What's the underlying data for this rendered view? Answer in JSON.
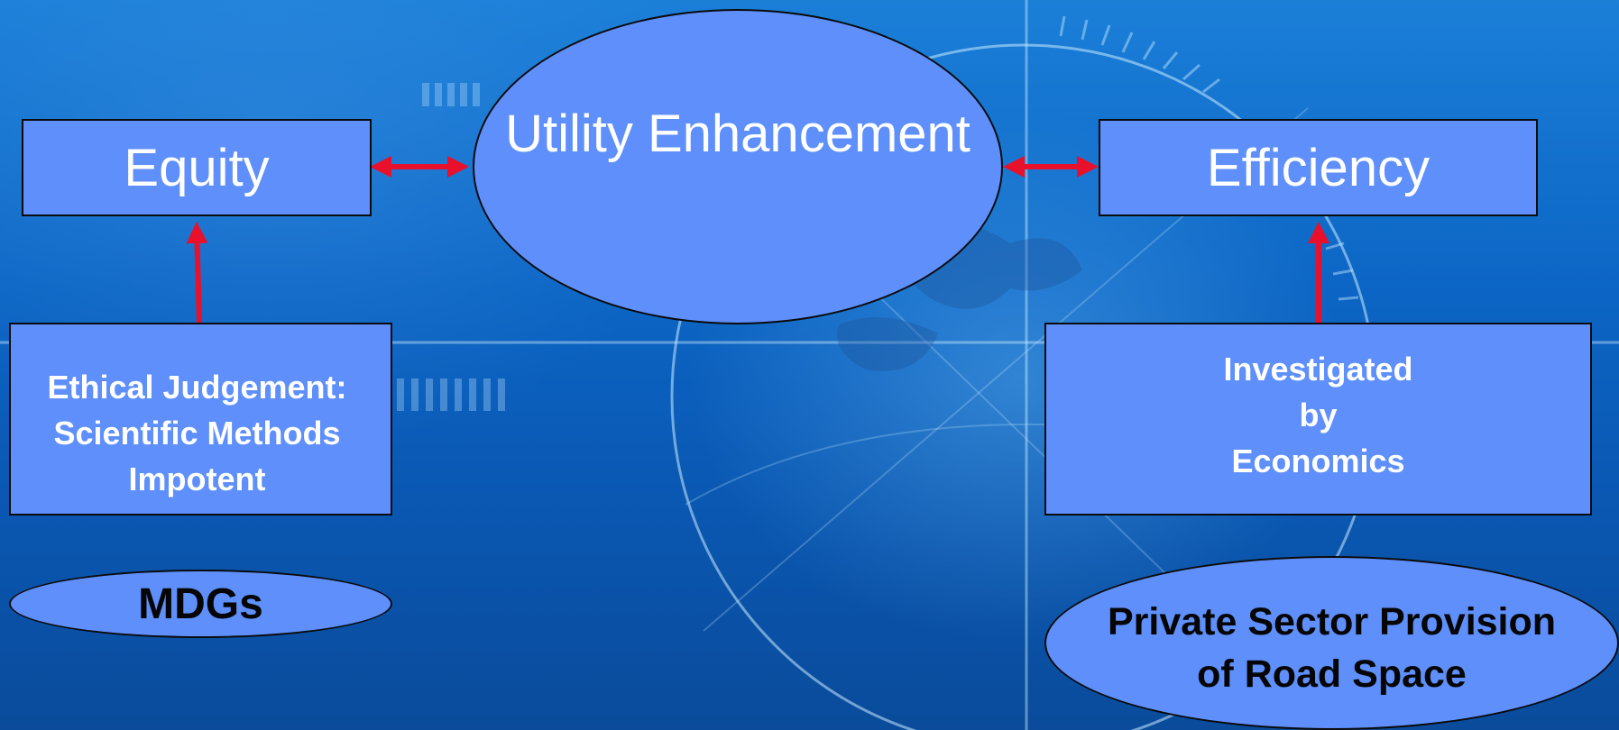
{
  "diagram": {
    "nodes": {
      "equity": {
        "label": "Equity"
      },
      "utility": {
        "label": "Utility Enhancement"
      },
      "efficiency": {
        "label": "Efficiency"
      },
      "ethical": {
        "label": "Ethical Judgement:\n Scientific Methods\nImpotent"
      },
      "investigated": {
        "label": "Investigated\nby\nEconomics"
      },
      "mdgs": {
        "label": "MDGs"
      },
      "private": {
        "label": "Private Sector Provision\nof Road Space"
      }
    },
    "edges": [
      {
        "from": "equity",
        "to": "utility",
        "type": "bidirectional"
      },
      {
        "from": "utility",
        "to": "efficiency",
        "type": "bidirectional"
      },
      {
        "from": "ethical",
        "to": "equity",
        "type": "directed"
      },
      {
        "from": "investigated",
        "to": "efficiency",
        "type": "directed"
      }
    ],
    "colors": {
      "node_fill": "#5e8ffb",
      "node_border": "#0b0b0b",
      "arrow": "#e8102a",
      "background": "#0c65c4"
    }
  }
}
